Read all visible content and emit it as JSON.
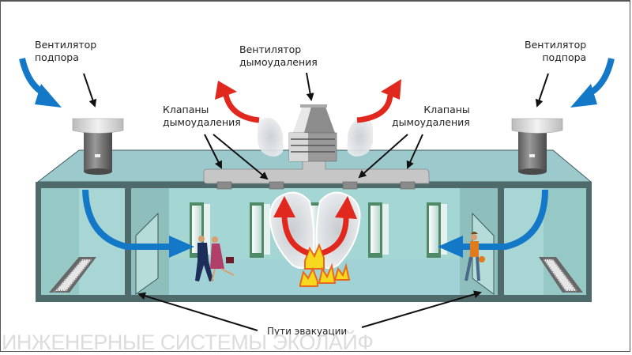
{
  "diagram": {
    "title": "Система дымоудаления и подпора воздуха",
    "labels": {
      "supply_fan_left": [
        "Вентилятор",
        "подпора"
      ],
      "supply_fan_right": [
        "Вентилятор",
        "подпора"
      ],
      "smoke_exhaust_fan": [
        "Вентилятор",
        "дымоудаления"
      ],
      "smoke_valves_left": [
        "Клапаны",
        "дымоудаления"
      ],
      "smoke_valves_right": [
        "Клапаны",
        "дымоудаления"
      ],
      "evacuation_paths": "Пути эвакуации"
    },
    "watermark": "ИНЖЕНЕРНЫЕ СИСТЕМЫ ЭКОЛАЙФ",
    "colors": {
      "supply_air_arrow": "#1478c8",
      "smoke_arrow": "#e0281e",
      "building_wall": "#4e6a6a",
      "building_fill": "#a6d4d6",
      "roof_fill": "#9ccacc",
      "duct": "#c4c4c4",
      "door": "#4e8a66"
    }
  }
}
